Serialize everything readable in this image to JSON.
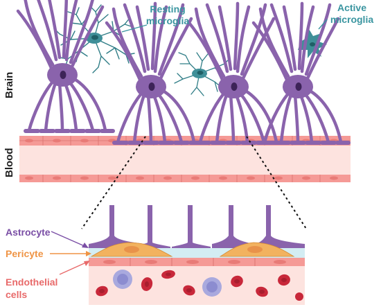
{
  "labels": {
    "region_brain": "Brain",
    "region_blood": "Blood",
    "resting_microglia_line1": "Resting",
    "resting_microglia_line2": "microglia",
    "active_microglia_line1": "Active",
    "active_microglia_line2": "microglia",
    "astrocyte": "Astrocyte",
    "pericyte": "Pericyte",
    "endothelial_line1": "Endothelial",
    "endothelial_line2": "cells"
  },
  "colors": {
    "astrocyte": "#8a63ac",
    "astrocyte_dark": "#5c3c7f",
    "microglia": "#3f8f98",
    "microglia_dark": "#2a6d75",
    "microglia_label": "#3a95a0",
    "pericyte": "#f2b25f",
    "pericyte_label": "#ef9445",
    "endothelial": "#f59a96",
    "endothelial_label": "#e86a6a",
    "vessel_lumen": "#fde3df",
    "basement_membrane": "#d3edf3",
    "red_blood_cell": "#c8283a",
    "white_blood_cell": "#a9a9de",
    "text_dark": "#1f1f1f",
    "astrocyte_label": "#7a4ea5"
  }
}
